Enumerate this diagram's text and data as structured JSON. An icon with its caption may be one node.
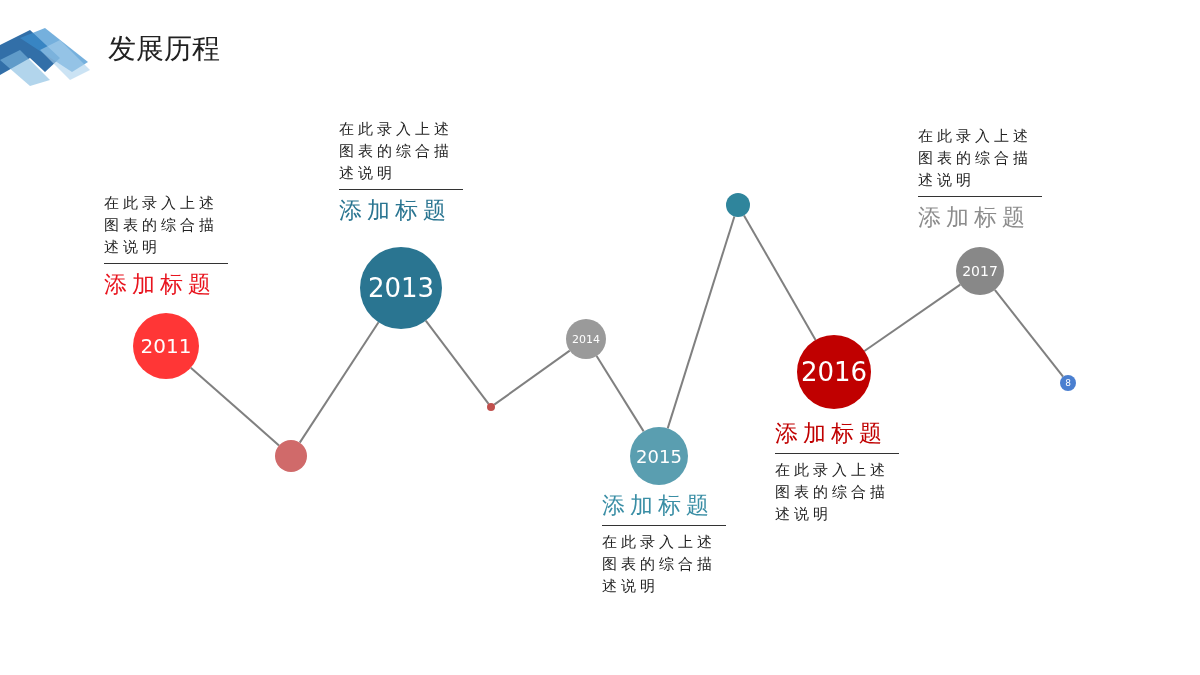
{
  "diagram": {
    "title": "发展历程",
    "nodes": [
      {
        "text": [
          "2011"
        ],
        "beside": [
          "在此录入上述图表的综合描述说明",
          "添加标题"
        ]
      },
      {
        "text": [],
        "shape": "circle"
      },
      {
        "text": [
          "2013"
        ],
        "beside": [
          "在此录入上述图表的综合描述说明",
          "添加标题"
        ]
      },
      {
        "text": [],
        "shape": "circle"
      },
      {
        "text": [
          "2014"
        ]
      },
      {
        "text": [
          "2015"
        ],
        "beside": [
          "添加标题",
          "在此录入上述图表的综合描述说明"
        ]
      },
      {
        "text": [],
        "shape": "circle"
      },
      {
        "text": [
          "2016"
        ],
        "beside": [
          "添加标题",
          "在此录入上述图表的综合描述说明"
        ]
      },
      {
        "text": [
          "2017"
        ],
        "beside": [
          "在此录入上述图表的综合描述说明",
          "添加标题"
        ]
      },
      {
        "text": [
          "8"
        ]
      }
    ],
    "edges": [
      {
        "from": 0,
        "to": 1,
        "arrow": "none"
      },
      {
        "from": 1,
        "to": 2,
        "arrow": "none"
      },
      {
        "from": 2,
        "to": 3,
        "arrow": "none"
      },
      {
        "from": 3,
        "to": 4,
        "arrow": "none"
      },
      {
        "from": 4,
        "to": 5,
        "arrow": "none"
      },
      {
        "from": 5,
        "to": 6,
        "arrow": "none"
      },
      {
        "from": 6,
        "to": 7,
        "arrow": "none"
      },
      {
        "from": 7,
        "to": 8,
        "arrow": "none"
      },
      {
        "from": 8,
        "to": 9,
        "arrow": "none"
      }
    ]
  }
}
